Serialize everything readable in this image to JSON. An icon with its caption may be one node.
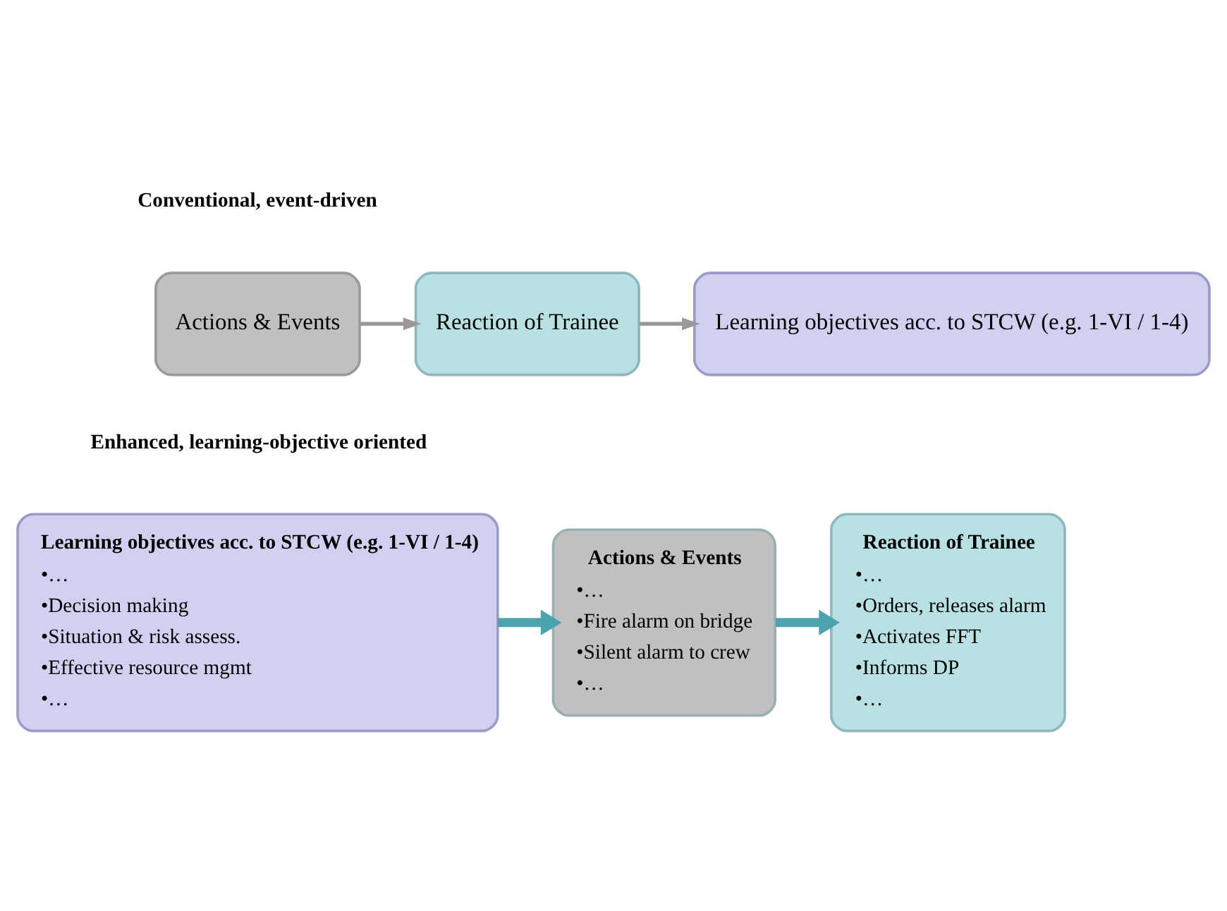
{
  "diagram": {
    "nodes": [
      {
        "text": [
          "Actions & Events"
        ]
      },
      {
        "text": [
          "Reaction of Trainee"
        ]
      },
      {
        "text": [
          "Learning objectives acc. to STCW (e.g. 1-VI / 1-4)"
        ]
      },
      {
        "text": [
          "Learning objectives acc. to STCW (e.g. 1-VI / 1-4)",
          "•…",
          "•Decision making",
          "•Situation & risk assess.",
          "•Effective resource mgmt",
          "•…"
        ]
      },
      {
        "text": [
          "Actions & Events",
          "•…",
          "•Fire alarm on bridge",
          "•Silent alarm to crew",
          "•…"
        ]
      },
      {
        "text": [
          "Reaction of Trainee",
          "•…",
          "•Orders, releases alarm",
          "•Activates FFT",
          "•Informs DP",
          "•…"
        ]
      }
    ],
    "edges": [
      {
        "from": 0,
        "to": 1,
        "arrow": "to"
      },
      {
        "from": 1,
        "to": 2,
        "arrow": "to"
      },
      {
        "from": 3,
        "to": 4,
        "arrow": "to",
        "style": "thick",
        "color": "#4aa3ad"
      },
      {
        "from": 4,
        "to": 5,
        "arrow": "to",
        "style": "thick",
        "color": "#4aa3ad"
      }
    ],
    "labels": [
      "Conventional, event-driven",
      "Enhanced, learning-objective oriented"
    ]
  }
}
